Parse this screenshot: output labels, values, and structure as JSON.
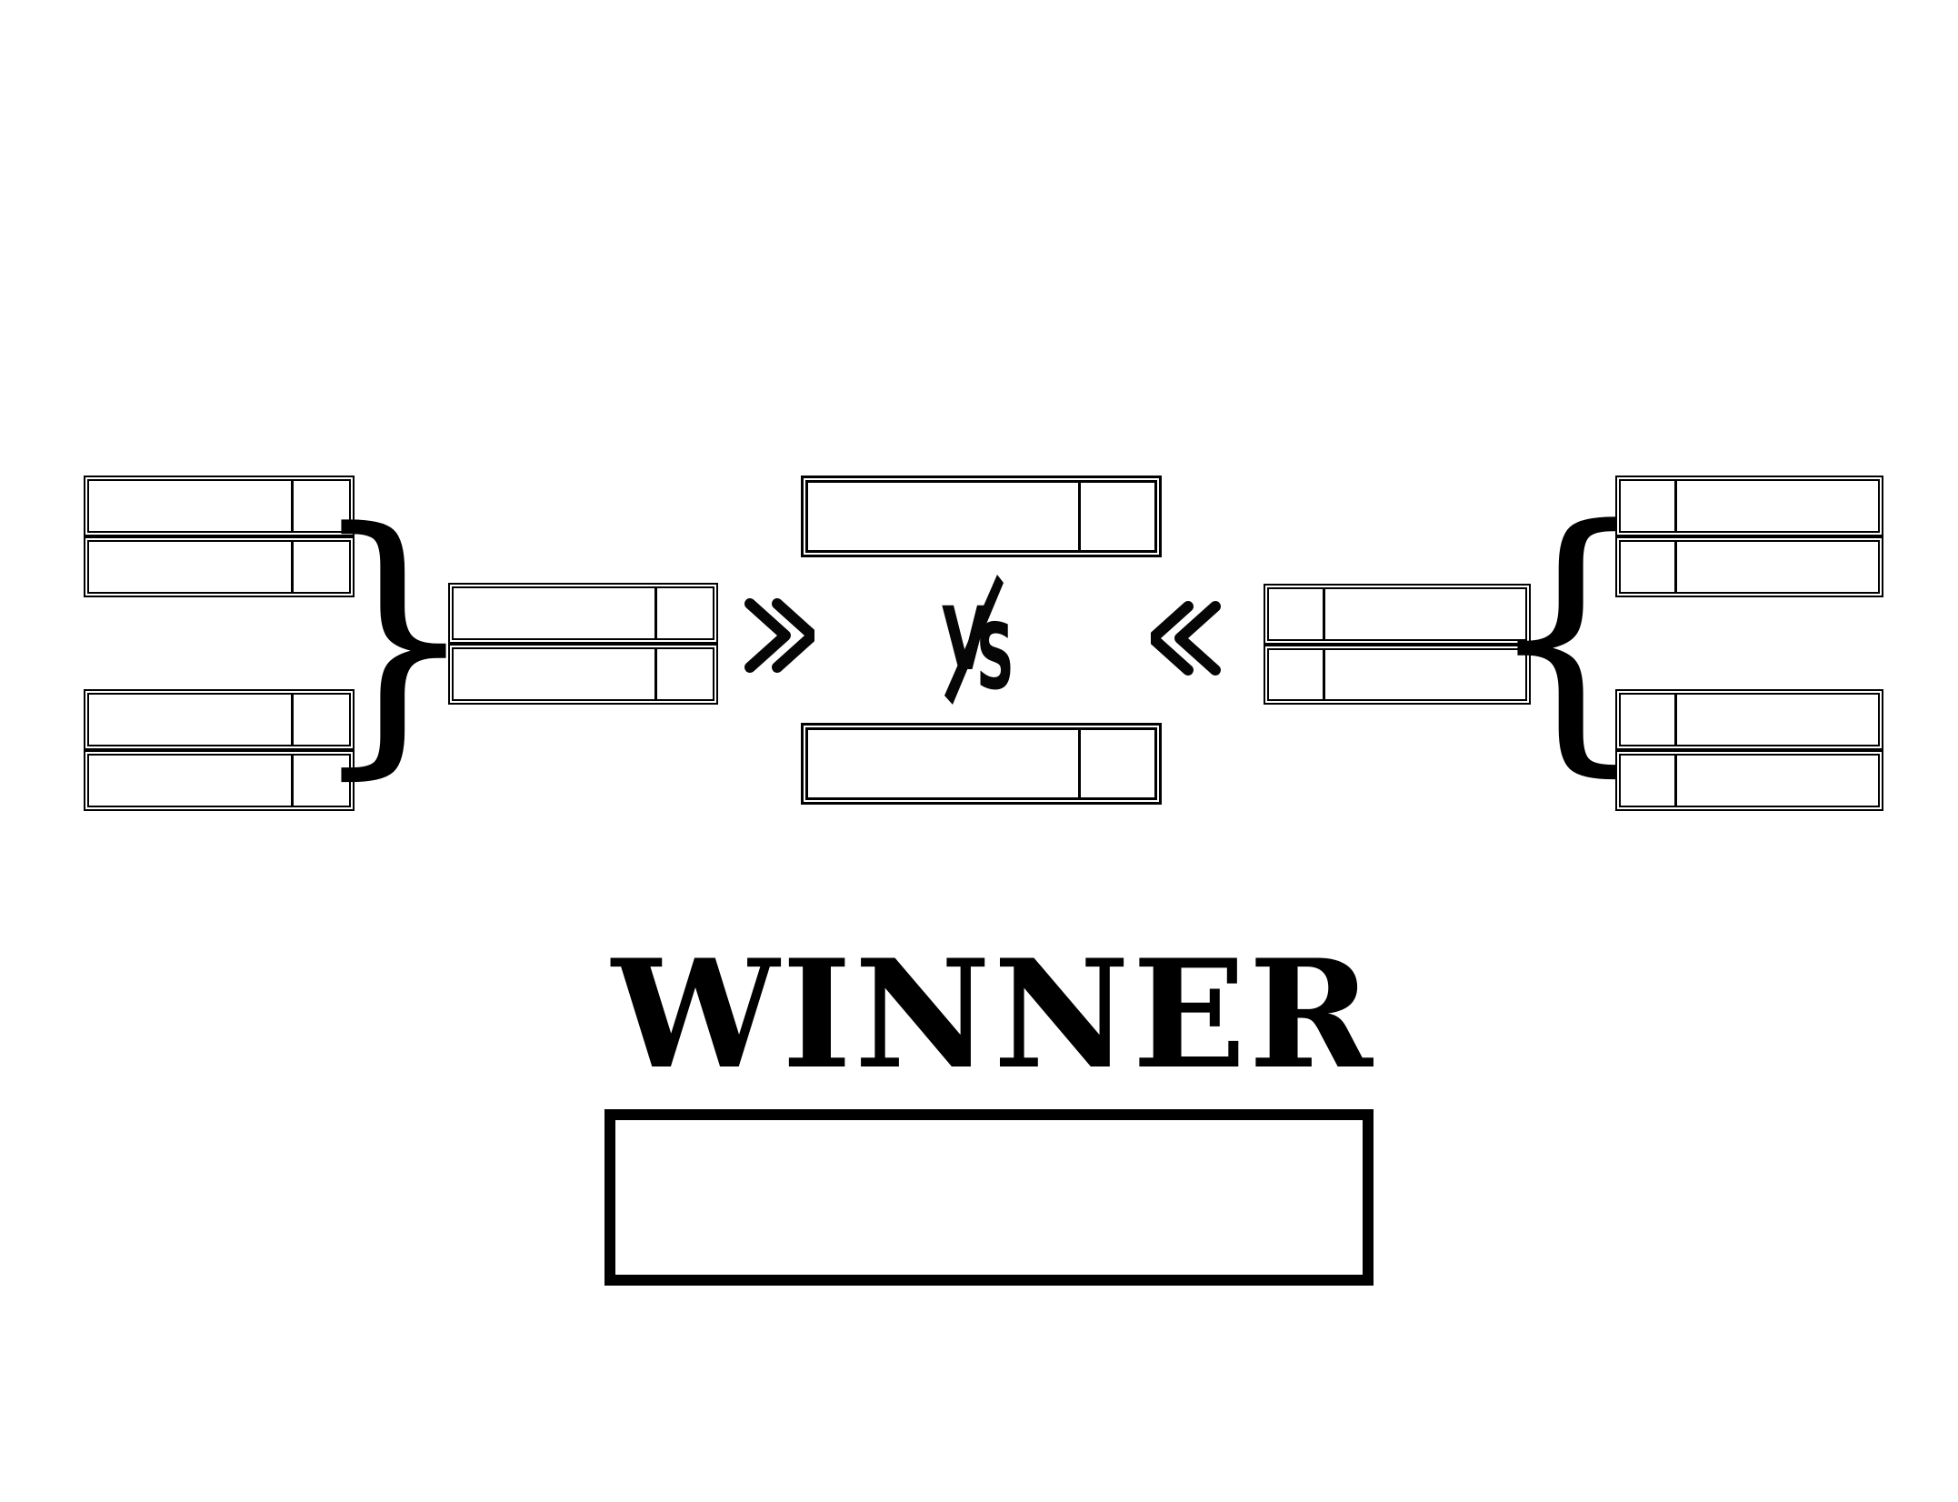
{
  "page": {
    "background_color": "#ffffff",
    "ink_color": "#000000"
  },
  "bracket": {
    "vs_label": "VS",
    "winner": {
      "label": "WINNER",
      "value": ""
    },
    "left": {
      "pair_top": {
        "rows": [
          {
            "name": "",
            "score": ""
          },
          {
            "name": "",
            "score": ""
          }
        ]
      },
      "pair_bottom": {
        "rows": [
          {
            "name": "",
            "score": ""
          },
          {
            "name": "",
            "score": ""
          }
        ]
      },
      "semifinal": {
        "rows": [
          {
            "name": "",
            "score": ""
          },
          {
            "name": "",
            "score": ""
          }
        ]
      }
    },
    "right": {
      "pair_top": {
        "rows": [
          {
            "name": "",
            "score": ""
          },
          {
            "name": "",
            "score": ""
          }
        ]
      },
      "pair_bottom": {
        "rows": [
          {
            "name": "",
            "score": ""
          },
          {
            "name": "",
            "score": ""
          }
        ]
      },
      "semifinal": {
        "rows": [
          {
            "name": "",
            "score": ""
          },
          {
            "name": "",
            "score": ""
          }
        ]
      }
    },
    "final": {
      "left_finalist": {
        "name": "",
        "score": ""
      },
      "right_finalist": {
        "name": "",
        "score": ""
      }
    }
  },
  "icons": {
    "left_group_brace": "}",
    "right_group_brace": "{",
    "advance_right_chevron": "double-chevron-right",
    "advance_left_chevron": "double-chevron-left",
    "vs_slash": "diagonal-slash"
  }
}
